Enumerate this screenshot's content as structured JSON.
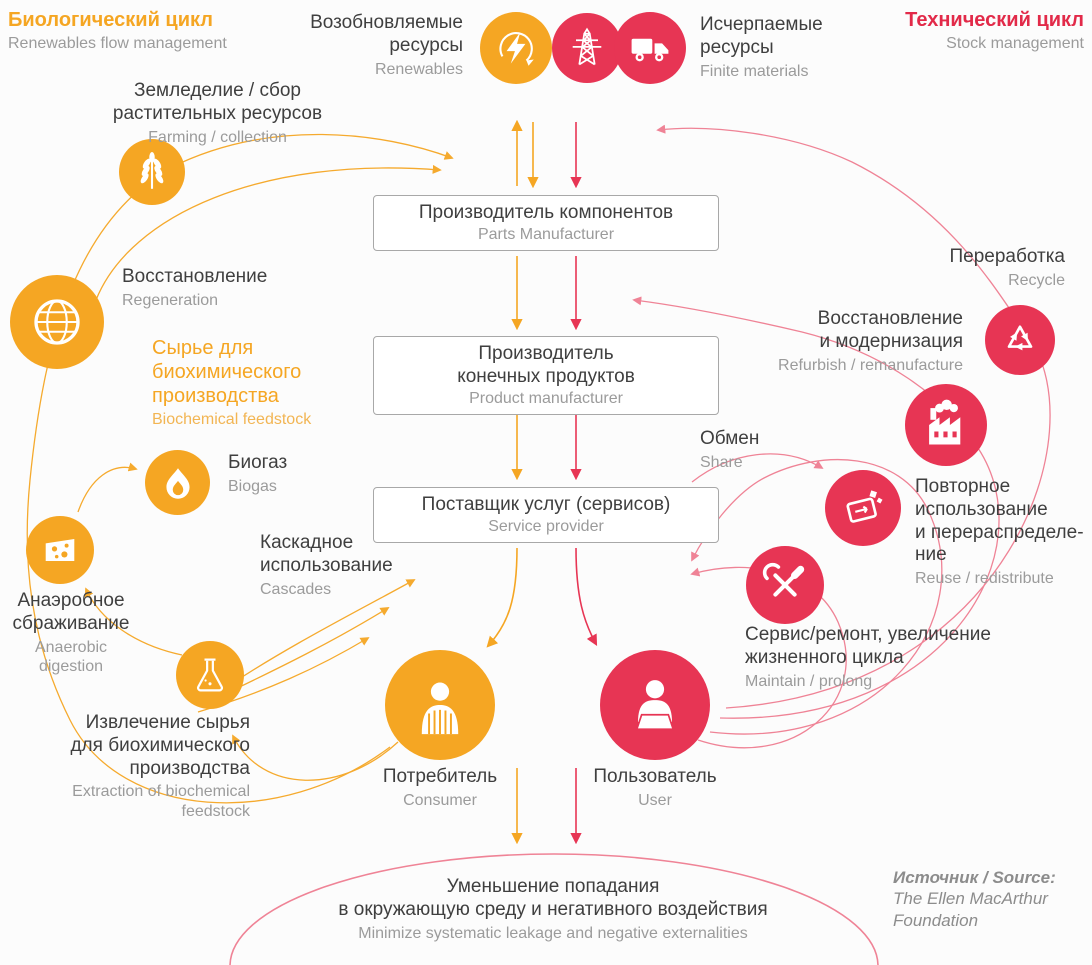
{
  "colors": {
    "orange": "#f5a623",
    "red": "#e73554",
    "red_light": "#ef8396",
    "gray": "#9b9b9b",
    "dark": "#3f3f3f"
  },
  "header": {
    "bio": {
      "title": "Биологический цикл",
      "subtitle": "Renewables flow management"
    },
    "tech": {
      "title": "Технический цикл",
      "subtitle": "Stock management"
    },
    "renewables": {
      "title": "Возобновляемые\nресурсы",
      "subtitle": "Renewables"
    },
    "finite": {
      "title": "Исчерпаемые\nресурсы",
      "subtitle": "Finite materials"
    }
  },
  "chain": {
    "boxes": [
      {
        "title": "Производитель компонентов",
        "subtitle": "Parts Manufacturer"
      },
      {
        "title": "Производитель\nконечных продуктов",
        "subtitle": "Product manufacturer"
      },
      {
        "title": "Поставщик услуг (сервисов)",
        "subtitle": "Service provider"
      }
    ]
  },
  "bio_cycle": {
    "farming": {
      "title": "Земледелие / сбор\nрастительных ресурсов",
      "subtitle": "Farming / collection"
    },
    "regeneration": {
      "title": "Восстановление",
      "subtitle": "Regeneration"
    },
    "feedstock": {
      "title": "Сырье для\nбиохимического\nпроизводства",
      "subtitle": "Biochemical feedstock"
    },
    "biogas": {
      "title": "Биогаз",
      "subtitle": "Biogas"
    },
    "anaerobic": {
      "title": "Анаэробное\nсбраживание",
      "subtitle": "Anaerobic\ndigestion"
    },
    "extraction": {
      "title": "Извлечение сырья\nдля биохимического\nпроизводства",
      "subtitle": "Extraction of biochemical\nfeedstock"
    },
    "cascades": {
      "title": "Каскадное\nиспользование",
      "subtitle": "Cascades"
    }
  },
  "tech_cycle": {
    "recycle": {
      "title": "Переработка",
      "subtitle": "Recycle"
    },
    "refurbish": {
      "title": "Восстановление\nи модернизация",
      "subtitle": "Refurbish / remanufacture"
    },
    "share": {
      "title": "Обмен",
      "subtitle": "Share"
    },
    "reuse": {
      "title": "Повторное\nиспользование\nи перераспределе-\nние",
      "subtitle": "Reuse / redistribute"
    },
    "maintain": {
      "title": "Сервис/ремонт, увеличение\nжизненного цикла",
      "subtitle": "Maintain / prolong"
    }
  },
  "actors": {
    "consumer": {
      "title": "Потребитель",
      "subtitle": "Consumer"
    },
    "user": {
      "title": "Пользователь",
      "subtitle": "User"
    }
  },
  "bottom": {
    "title": "Уменьшение попадания\nв окружающую среду и негативного воздействия",
    "subtitle": "Minimize systematic leakage and negative externalities"
  },
  "source": {
    "label": "Источник / Source:",
    "org": "The Ellen MacArthur\nFoundation"
  },
  "icons": {
    "renewable_energy": "lightning-energy-icon",
    "power_grid": "transmission-tower-icon",
    "finite_materials": "truck-icon",
    "farming": "wheat-icon",
    "regeneration": "globe-icon",
    "biogas": "flame-icon",
    "anaerobic": "ferment-icon",
    "extraction": "flask-icon",
    "consumer": "person-icon",
    "user": "person-laptop-icon",
    "recycle": "recycle-arrows-icon",
    "refurbish": "factory-icon",
    "reuse": "box-share-icon",
    "maintain": "tools-icon"
  }
}
